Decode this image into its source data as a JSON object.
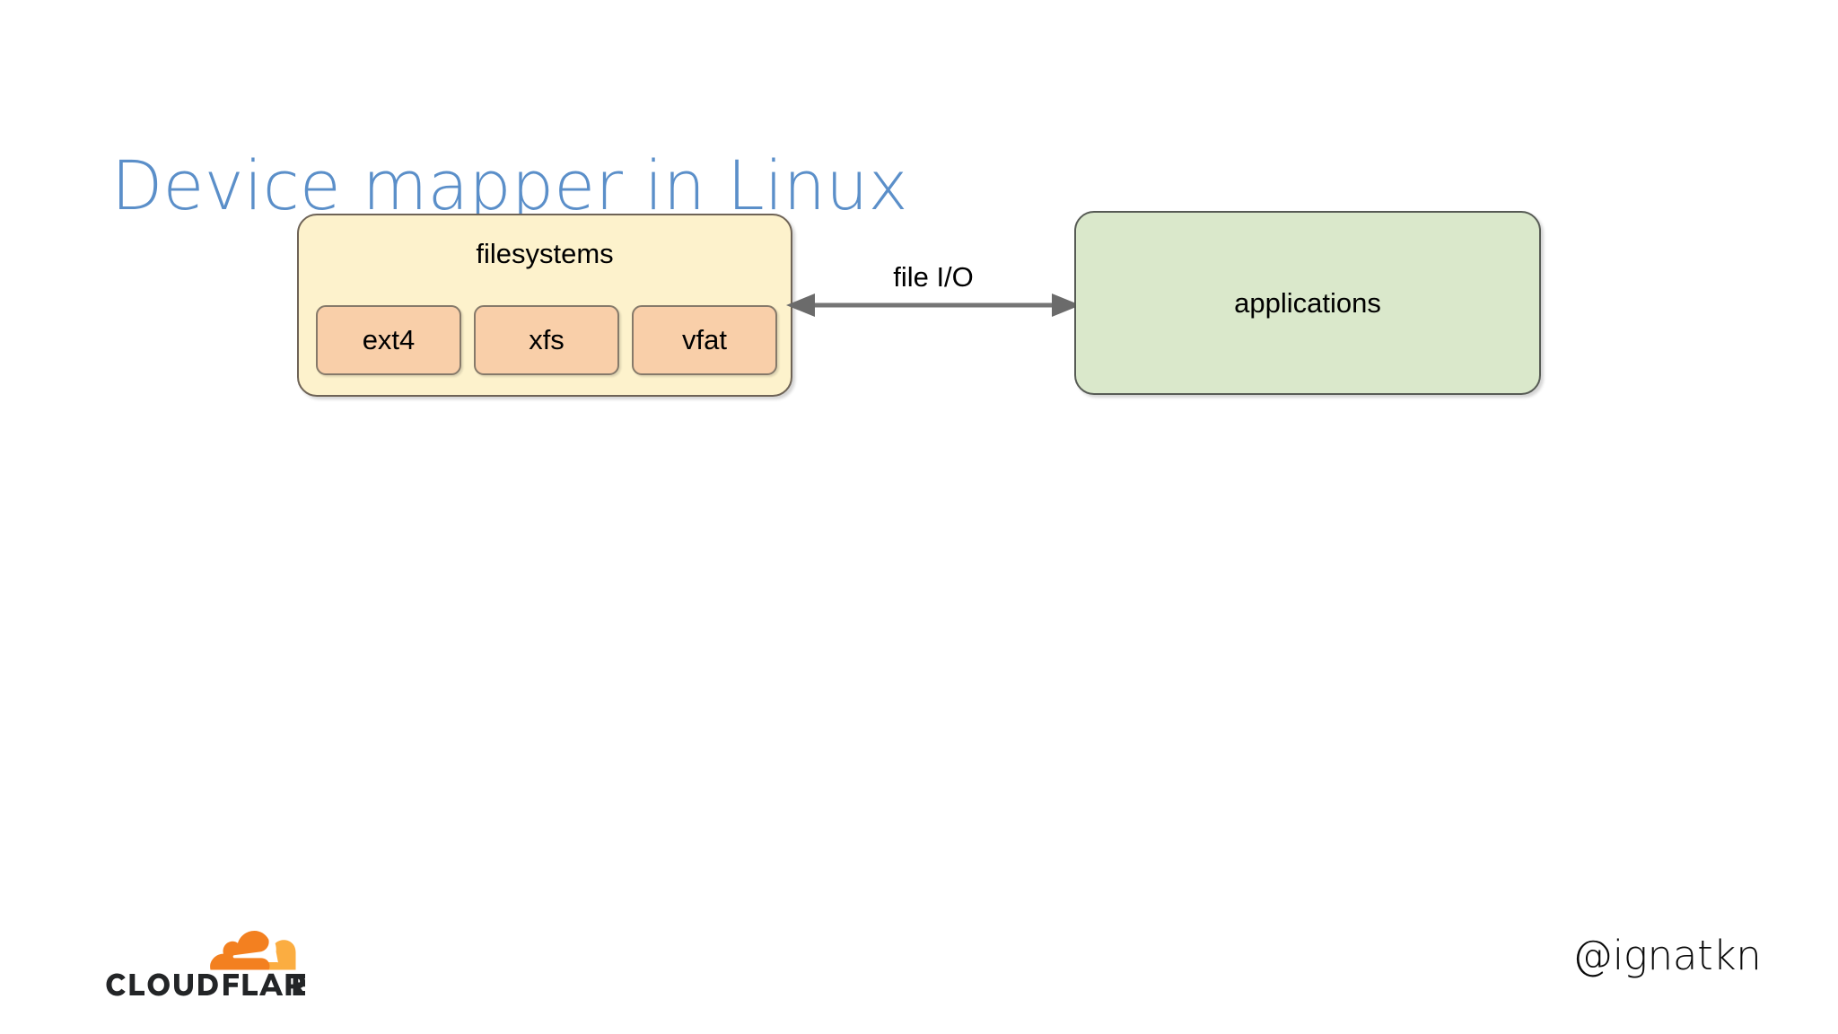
{
  "slide": {
    "title": "Device mapper in Linux",
    "background_color": "#ffffff",
    "title_color": "#5b8fc9"
  },
  "diagram": {
    "type": "block-diagram",
    "blocks": [
      {
        "id": "filesystems",
        "label": "filesystems",
        "fill": "#fdf2cc",
        "stroke": "#6e6356",
        "children": [
          {
            "id": "ext4",
            "label": "ext4",
            "fill": "#f9cfa9",
            "stroke": "#867a6a"
          },
          {
            "id": "xfs",
            "label": "xfs",
            "fill": "#f9cfa9",
            "stroke": "#867a6a"
          },
          {
            "id": "vfat",
            "label": "vfat",
            "fill": "#f9cfa9",
            "stroke": "#867a6a"
          }
        ]
      },
      {
        "id": "applications",
        "label": "applications",
        "fill": "#dae8cb",
        "stroke": "#575b55",
        "children": []
      }
    ],
    "connectors": [
      {
        "id": "file-io",
        "label": "file I/O",
        "from": "filesystems",
        "to": "applications",
        "direction": "bidirectional",
        "color": "#757575"
      }
    ]
  },
  "footer": {
    "logo_name": "cloudflare-logo",
    "logo_wordmark": "CLOUDFLARE",
    "logo_trademark": "®",
    "logo_cloud_dark": "#f38020",
    "logo_cloud_light": "#fbad41",
    "logo_text_color": "#232527",
    "handle": "@ignatkn"
  }
}
